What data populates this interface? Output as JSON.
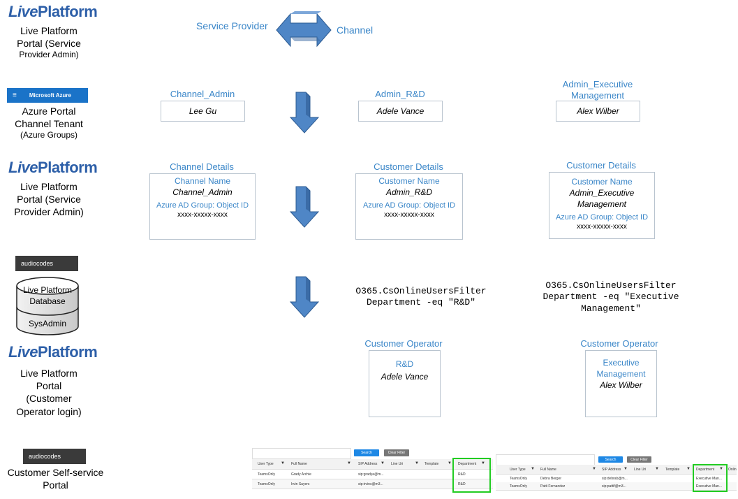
{
  "logo": {
    "live": "Live",
    "platform": "Platform"
  },
  "rows": {
    "r1": {
      "line1": "Live Platform",
      "line2": "Portal (Service",
      "line3": "Provider Admin)"
    },
    "r2": {
      "badge": "Microsoft Azure",
      "line1": "Azure Portal",
      "line2": "Channel Tenant",
      "line3": "(Azure Groups)"
    },
    "r3": {
      "line1": "Live Platform",
      "line2": "Portal (Service",
      "line3": "Provider Admin)"
    },
    "r4": {
      "badge": "audiocodes",
      "db_line1": "Live Platform",
      "db_line2": "Database",
      "db_line3": "SysAdmin"
    },
    "r5": {
      "line1": "Live Platform",
      "line2": "Portal",
      "line3": "(Customer",
      "line4": "Operator login)"
    },
    "r6": {
      "badge": "audiocodes",
      "line1": "Customer Self-service",
      "line2": "Portal"
    }
  },
  "top": {
    "left": "Service Provider",
    "right": "Channel"
  },
  "groups": [
    {
      "title": "Channel_Admin",
      "user": "Lee Gu"
    },
    {
      "title": "Admin_R&D",
      "user": "Adele Vance"
    },
    {
      "title_line1": "Admin_Executive",
      "title_line2": "Management",
      "user": "Alex Wilber"
    }
  ],
  "details": [
    {
      "title": "Channel Details",
      "name_label": "Channel Name",
      "name_value": "Channel_Admin",
      "group_label": "Azure AD Group: Object ID",
      "group_value": "xxxx-xxxxx-xxxx"
    },
    {
      "title": "Customer Details",
      "name_label": "Customer Name",
      "name_value": "Admin_R&D",
      "group_label": "Azure AD Group: Object ID",
      "group_value": "xxxx-xxxxx-xxxx"
    },
    {
      "title": "Customer Details",
      "name_label": "Customer Name",
      "name_value_line1": "Admin_Executive",
      "name_value_line2": "Management",
      "group_label": "Azure AD Group: Object ID",
      "group_value": "xxxx-xxxxx-xxxx"
    }
  ],
  "filters": [
    {
      "line1": "O365.CsOnlineUsersFilter",
      "line2": "Department -eq \"R&D\""
    },
    {
      "line1": "O365.CsOnlineUsersFilter",
      "line2": "Department -eq \"Executive",
      "line3": "Management\""
    }
  ],
  "operators": [
    {
      "title": "Customer Operator",
      "dept": "R&D",
      "user": "Adele Vance"
    },
    {
      "title": "Customer Operator",
      "dept_line1": "Executive",
      "dept_line2": "Management",
      "user": "Alex Wilber"
    }
  ],
  "tables": {
    "search": "Search",
    "clear": "Clear Filter",
    "headers": [
      "User Type",
      "Full Name",
      "SIP Address",
      "Line Uri",
      "Template",
      "Department"
    ],
    "t1_rows": [
      [
        "TeamsOnly",
        "Grady Archie",
        "sip:gradya@m...",
        "",
        "",
        "R&D"
      ],
      [
        "TeamsOnly",
        "Irvin Sayers",
        "sip:irvins@m3...",
        "",
        "",
        "R&D"
      ]
    ],
    "t2_extra_header": "Onlin",
    "t2_rows": [
      [
        "TeamsOnly",
        "Debra Berger",
        "sip:debrab@m...",
        "",
        "",
        "Executive Man..."
      ],
      [
        "TeamsOnly",
        "Patti Fernandez",
        "sip:pattif@m3...",
        "",
        "",
        "Executive Man..."
      ]
    ]
  },
  "colors": {
    "accent": "#3a86c8",
    "logo": "#2d5fa8",
    "arrow": "#4f86c6",
    "highlight": "#22cc22"
  }
}
